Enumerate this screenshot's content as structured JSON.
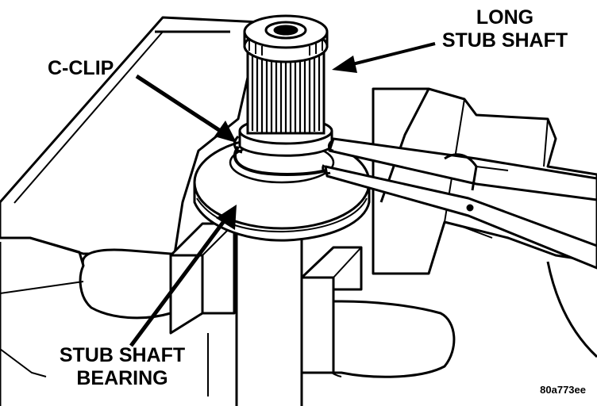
{
  "labels": {
    "long_stub_shaft_line1": "LONG",
    "long_stub_shaft_line2": "STUB SHAFT",
    "c_clip": "C-CLIP",
    "stub_shaft_bearing_line1": "STUB SHAFT",
    "stub_shaft_bearing_line2": "BEARING"
  },
  "figure_code": "80a773ee",
  "colors": {
    "ink": "#000000",
    "paper": "#ffffff"
  }
}
